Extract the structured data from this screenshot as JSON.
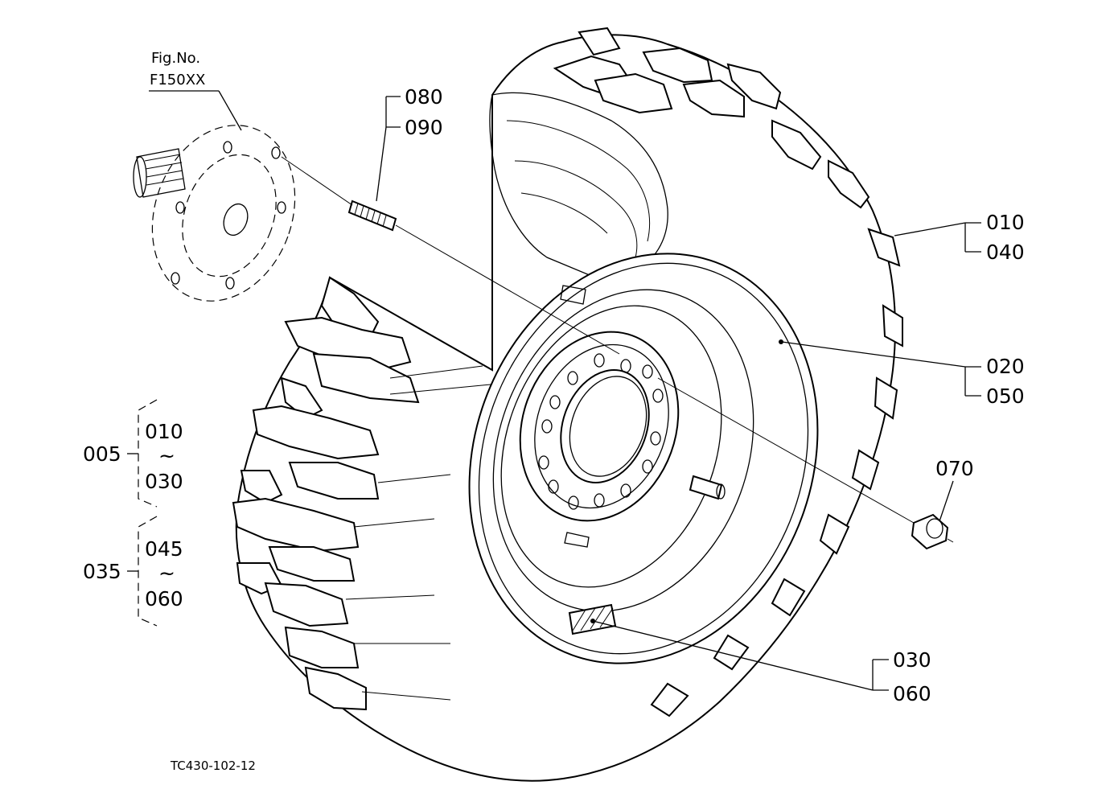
{
  "figure": {
    "fig_no_label": "Fig.No.",
    "fig_no_value": "F150XX",
    "drawing_code": "TC430-102-12"
  },
  "callouts": {
    "c080": "080",
    "c090": "090",
    "c010": "010",
    "c040": "040",
    "c020": "020",
    "c050": "050",
    "c070": "070",
    "c030": "030",
    "c060": "060"
  },
  "groups": [
    {
      "id": "005",
      "range_start": "010",
      "tilde": "~",
      "range_end": "030"
    },
    {
      "id": "035",
      "range_start": "045",
      "tilde": "~",
      "range_end": "060"
    }
  ]
}
